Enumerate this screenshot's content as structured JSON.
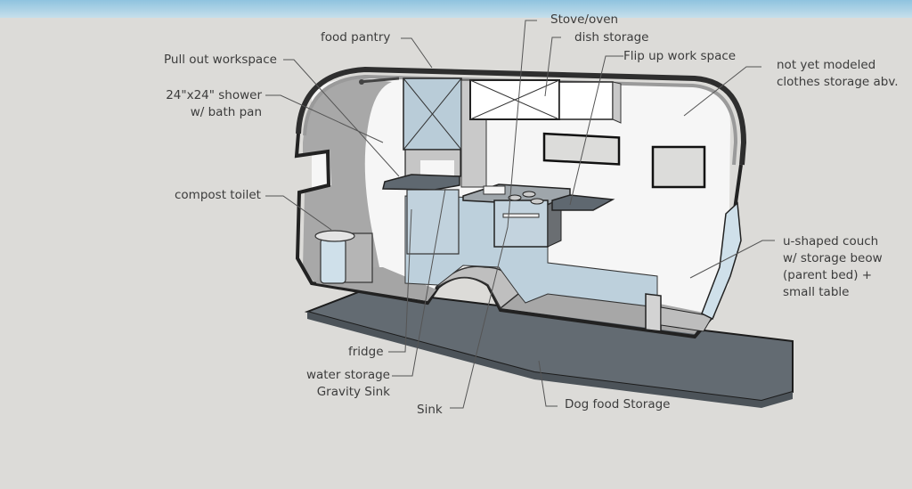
{
  "diagram": {
    "title": "Trailer interior layout (3D model cutaway)",
    "colors": {
      "background": "#dcdbd8",
      "sky": "#8fc3df",
      "shell": "#3a3a3a",
      "interior_wall": "#f7f7f7",
      "cabinet_blue": "#b9ccd8",
      "floor_gray": "#a9a9a9",
      "ground_pad": "#636b72",
      "leader_line": "#555555",
      "label_text": "#3c3c3c"
    },
    "labels": {
      "food_pantry": "food pantry",
      "pull_out_workspace": "Pull out workspace",
      "shower_line1": "24\"x24\" shower",
      "shower_line2": "w/ bath pan",
      "compost_toilet": "compost toilet",
      "stove_oven": "Stove/oven",
      "dish_storage": "dish storage",
      "flip_up_work_space": "Flip up work space",
      "clothes_line1": "not yet modeled",
      "clothes_line2": "clothes storage abv.",
      "couch_line1": "u-shaped couch",
      "couch_line2": "w/ storage beow",
      "couch_line3": "(parent bed) +",
      "couch_line4": "small table",
      "fridge": "fridge",
      "water_line1": "water storage",
      "water_line2": "Gravity Sink",
      "sink": "Sink",
      "dog_food_storage": "Dog food Storage"
    }
  }
}
